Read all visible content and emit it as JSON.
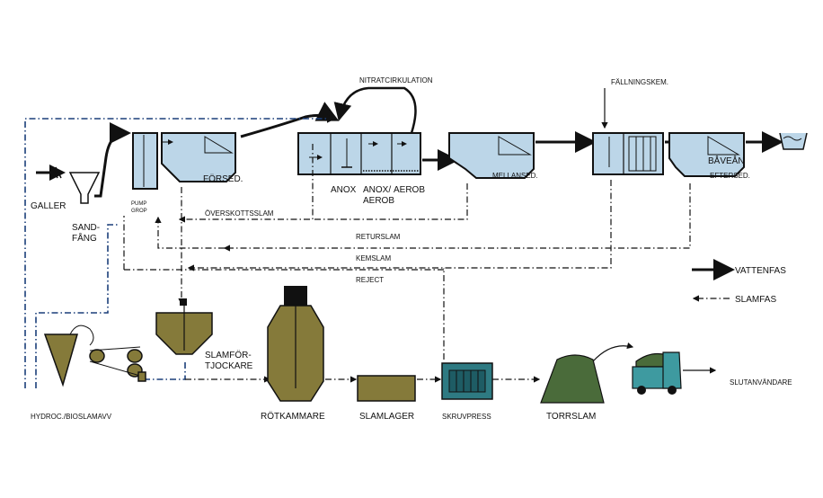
{
  "labels": {
    "nitrat": "NITRATCIRKULATION",
    "fallning": "FÄLLNINGSKEM.",
    "galler": "GALLER",
    "sand1": "SAND-",
    "sand2": "FÅNG",
    "pump1": "PUMP",
    "pump2": "GROP",
    "forsed": "FÖRSED.",
    "anox": "ANOX",
    "anoxaerob1": "ANOX/",
    "anoxaerob2": "AEROB",
    "aerob": "AEROB",
    "mellansed": "MELLANSED.",
    "eftersed": "EFTERSED.",
    "bavean": "BÅVEÅN",
    "overskott": "ÖVERSKOTTSSLAM",
    "returslam": "RETURSLAM",
    "kemslam": "KEMSLAM",
    "reject": "REJECT",
    "slamfor1": "SLAMFÖR-",
    "slamfor2": "TJOCKARE",
    "rotkammare": "RÖTKAMMARE",
    "slamlager": "SLAMLAGER",
    "skruvpress": "SKRUVPRESS",
    "torrslam": "TORRSLAM",
    "slutanvandare": "SLUTANVÄNDARE",
    "hydroc": "HYDROC./BIOSLAMAVV"
  },
  "legend": {
    "vattenfas": "VATTENFAS",
    "slamfas": "SLAMFAS"
  },
  "colors": {
    "tank_water": "#bcd6e8",
    "sludge_olive": "#857a3a",
    "truck": "#3e9aa0",
    "blue_line": "#1b3f7a"
  }
}
